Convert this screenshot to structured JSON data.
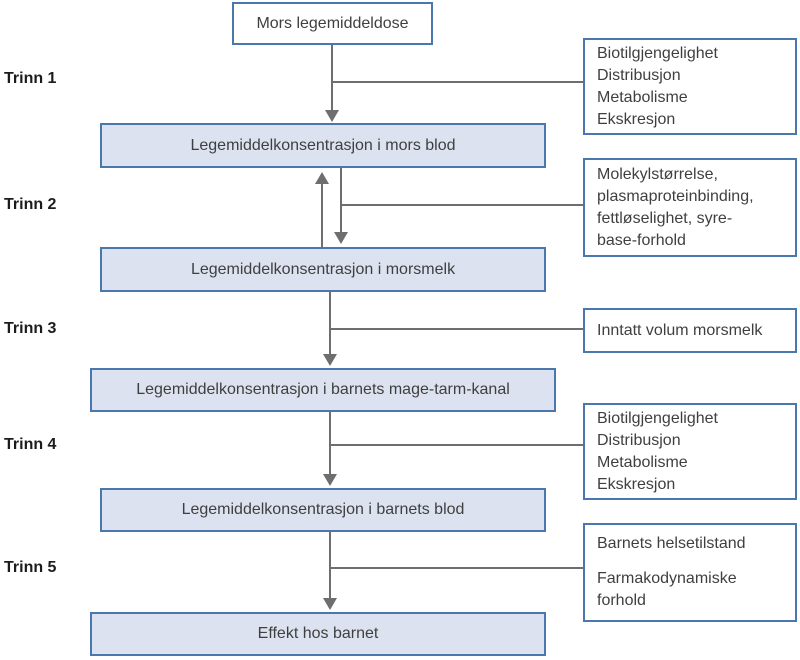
{
  "figure": {
    "top_box": "Mors legemiddeldose",
    "step_labels": [
      "Trinn 1",
      "Trinn 2",
      "Trinn 3",
      "Trinn 4",
      "Trinn 5"
    ],
    "main_boxes": [
      "Legemiddelkonsentrasjon i mors blod",
      "Legemiddelkonsentrasjon i morsmelk",
      "Legemiddelkonsentrasjon i barnets mage-tarm-kanal",
      "Legemiddelkonsentrasjon i barnets blod",
      "Effekt hos barnet"
    ],
    "side_boxes": [
      {
        "text": "Biotilgjengelighet\nDistribusjon\nMetabolisme\nEkskresjon"
      },
      {
        "text": "Molekylstørrelse,\nplasmaproteinbinding,\nfettløselighet, syre-\nbase-forhold"
      },
      {
        "text": "Inntatt volum morsmelk"
      },
      {
        "text": "Biotilgjengelighet\nDistribusjon\nMetabolisme\nEkskresjon"
      },
      {
        "lines": [
          "Barnets helsetilstand",
          "Farmakodynamiske forhold"
        ]
      }
    ],
    "colors": {
      "box_border": "#4a77ad",
      "main_box_fill": "#dce2ef",
      "side_box_fill": "#ffffff",
      "connector": "#6e6e6e",
      "box_text": "#3f3f3f",
      "label_text": "#1c1c1c"
    }
  }
}
